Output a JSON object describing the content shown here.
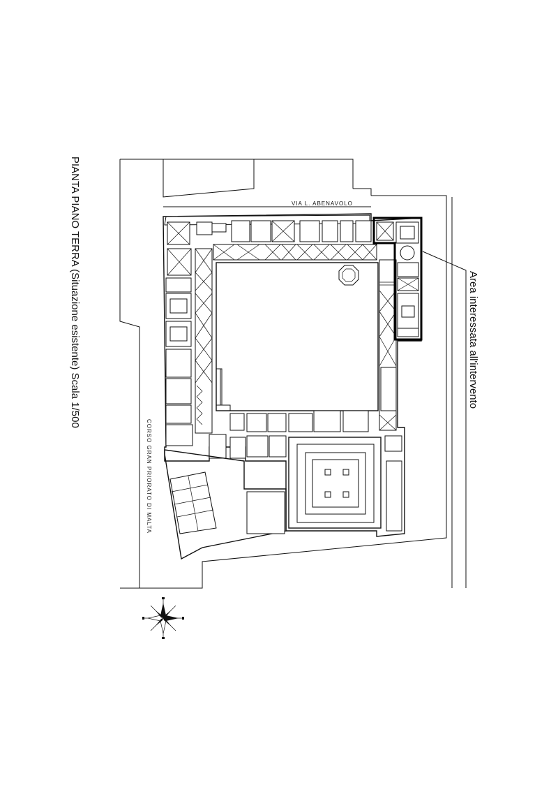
{
  "title": "PIANTA PIANO TERRA (Situazione esistente) Scala 1/500",
  "annotation": "Area interessata all'intervento",
  "streets": {
    "north": "VIA  L.  ABENAVOLO",
    "west": "CORSO  GRAN  PRIORATO  DI  MALTA"
  },
  "icons": {
    "compass": "compass-rose-icon"
  },
  "colors": {
    "line": "#111111",
    "background": "#ffffff"
  }
}
